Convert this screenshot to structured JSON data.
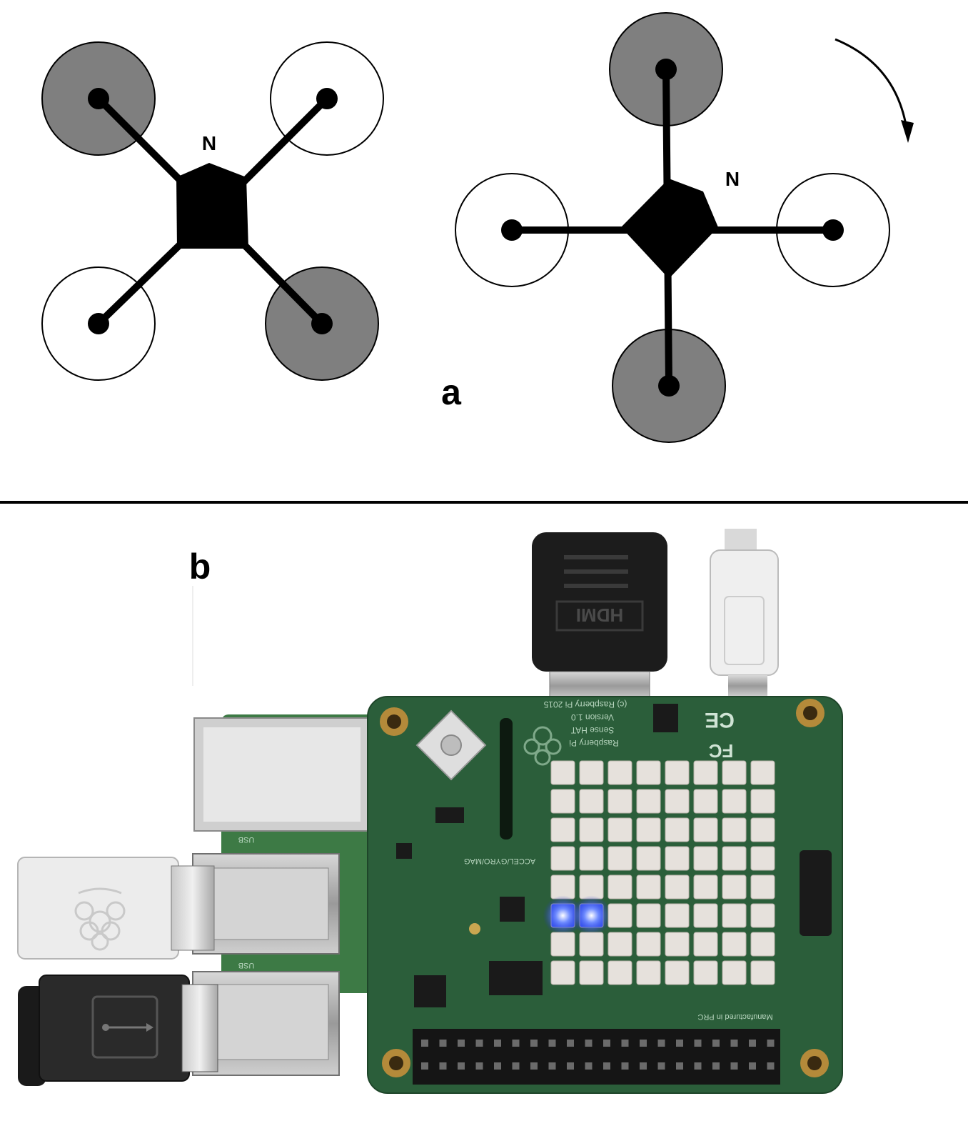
{
  "panel_a": {
    "label": "a",
    "x_config": {
      "north_label": "N"
    },
    "plus_config": {
      "north_label": "N"
    },
    "colors": {
      "rotor_shaded": "#7f7f7f",
      "rotor_open": "#ffffff",
      "frame": "#000000"
    }
  },
  "panel_b": {
    "label": "b",
    "hdmi_text": "HDMI",
    "board_text": {
      "copyright": "(c) Raspberry Pi 2015",
      "version": "Version 1.0",
      "model": "Sense HAT",
      "brand": "Raspberry Pi",
      "sensor_label": "ACCEL/GYRO/MAG",
      "manufactured": "Manufactured in PRC",
      "ce_mark": "CE",
      "fcc_mark": "FC",
      "usb1": "USB",
      "usb2": "USB"
    },
    "led_matrix": {
      "rows": 8,
      "cols": 8,
      "lit": [
        [
          5,
          0
        ],
        [
          5,
          1
        ]
      ],
      "lit_color": "#3050ff",
      "off_color": "#e6e1dc"
    },
    "colors": {
      "pcb": "#2b5e3a",
      "pcb_light": "#3a7449"
    }
  }
}
